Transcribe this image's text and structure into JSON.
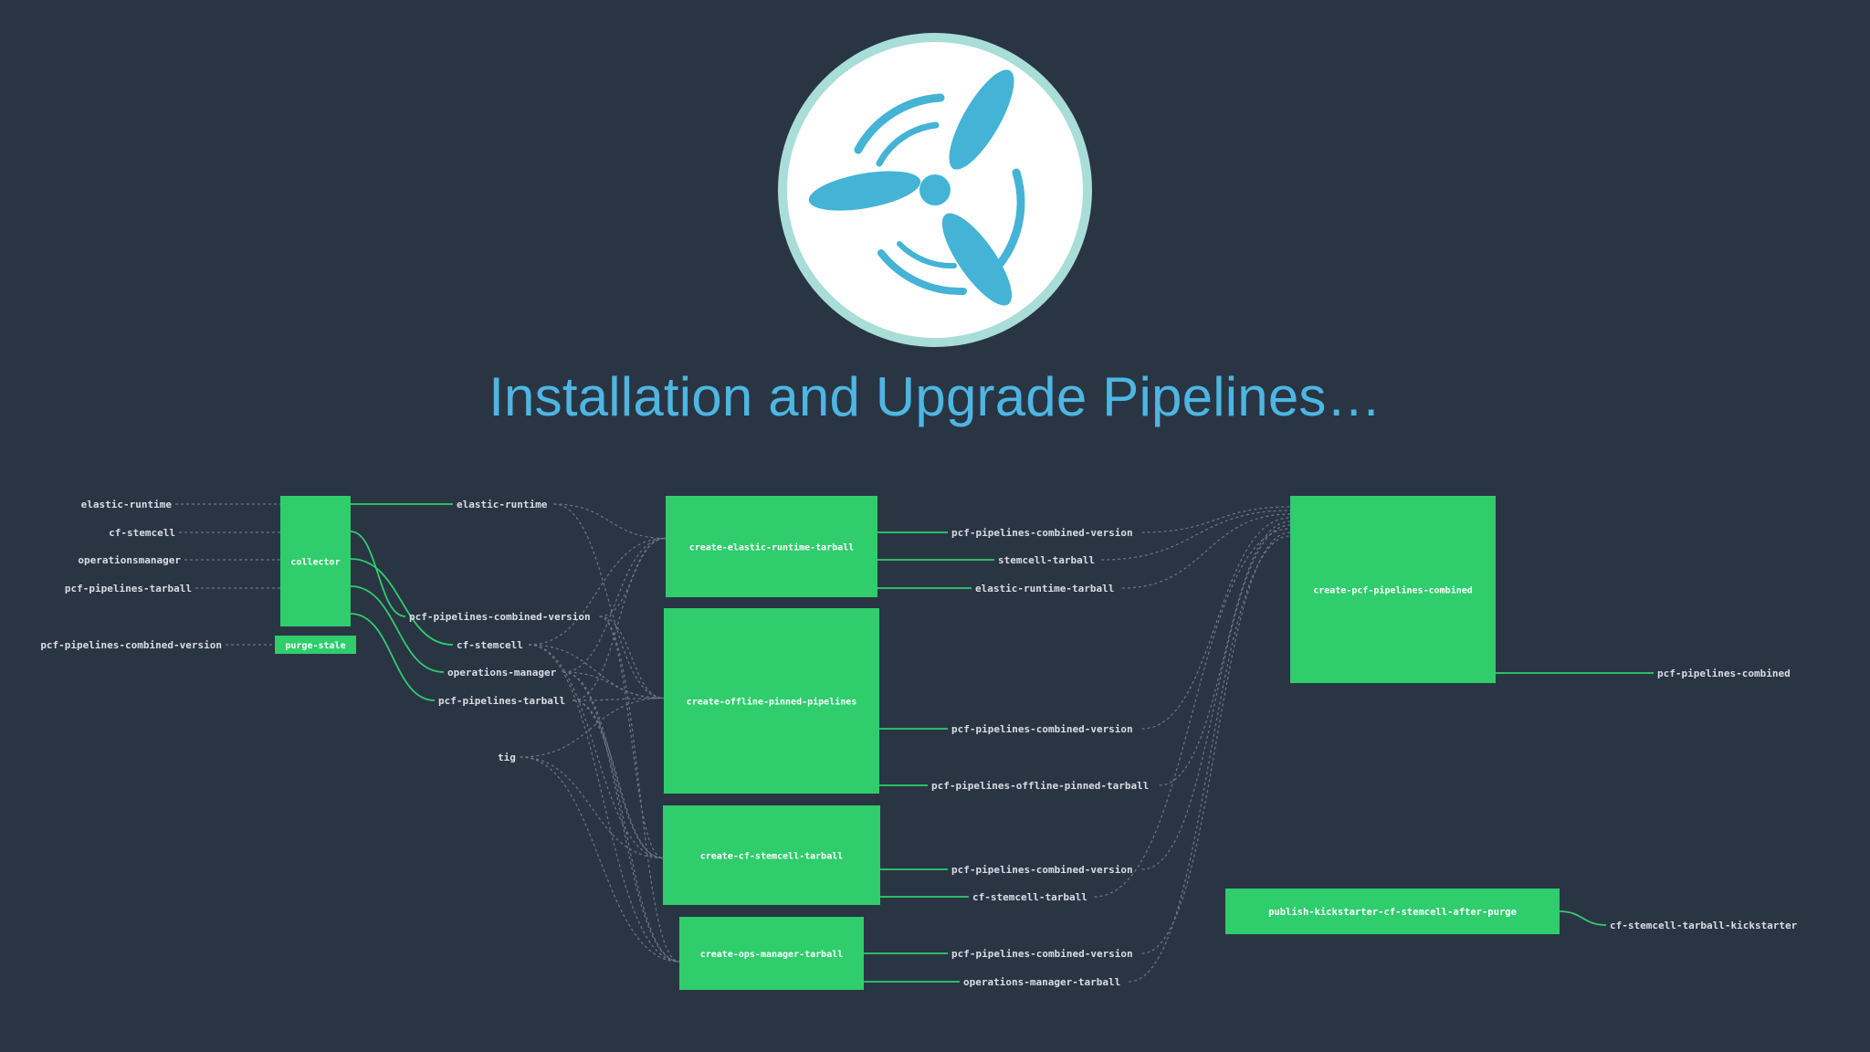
{
  "slide": {
    "title": "Installation and Upgrade Pipelines…"
  },
  "logo": {
    "icon": "concourse-propeller-icon",
    "ring_color": "#a8ddd8",
    "fill_color": "#ffffff",
    "blade_color": "#44b3d6"
  },
  "colors": {
    "background": "#2a3544",
    "job_fill": "#2fcd6c",
    "resource_text": "#d8dde3",
    "edge_solid": "#2fcd6c",
    "edge_dashed": "#6b7785"
  },
  "pipeline": {
    "resources": [
      {
        "id": "r_elastic_runtime_in",
        "label": "elastic-runtime"
      },
      {
        "id": "r_cf_tile_in",
        "label": "cf-stemcell"
      },
      {
        "id": "r_ops_mgr_in",
        "label": "operationsmanager"
      },
      {
        "id": "r_pcf_tarball_in",
        "label": "pcf-pipelines-tarball"
      },
      {
        "id": "r_combined_version_in",
        "label": "pcf-pipelines-combined-version"
      },
      {
        "id": "r_elastic_runtime_out",
        "label": "elastic-runtime"
      },
      {
        "id": "r_combined_version_mid",
        "label": "pcf-pipelines-combined-version"
      },
      {
        "id": "r_cf_stemcell_mid",
        "label": "cf-stemcell"
      },
      {
        "id": "r_ops_mgr_mid",
        "label": "operations-manager"
      },
      {
        "id": "r_pcf_tarball_mid",
        "label": "pcf-pipelines-tarball"
      },
      {
        "id": "r_tig",
        "label": "tig"
      },
      {
        "id": "r_combined_version_1",
        "label": "pcf-pipelines-combined-version"
      },
      {
        "id": "r_stemcell_tarball",
        "label": "stemcell-tarball"
      },
      {
        "id": "r_elastic_runtime_tarball",
        "label": "elastic-runtime-tarball"
      },
      {
        "id": "r_combined_version_2",
        "label": "pcf-pipelines-combined-version"
      },
      {
        "id": "r_offline_tarball",
        "label": "pcf-pipelines-offline-pinned-tarball"
      },
      {
        "id": "r_combined_version_3",
        "label": "pcf-pipelines-combined-version"
      },
      {
        "id": "r_cf_stemcell_tarball",
        "label": "cf-stemcell-tarball"
      },
      {
        "id": "r_combined_version_4",
        "label": "pcf-pipelines-combined-version"
      },
      {
        "id": "r_ops_mgr_tarball",
        "label": "operations-manager-tarball"
      },
      {
        "id": "r_pcf_combined",
        "label": "pcf-pipelines-combined"
      },
      {
        "id": "r_cf_tarball_kickstarter",
        "label": "cf-stemcell-tarball-kickstarter"
      }
    ],
    "jobs": [
      {
        "id": "j_collector",
        "label": "collector"
      },
      {
        "id": "j_purge",
        "label": "purge-stale"
      },
      {
        "id": "j_create_ert_tarball",
        "label": "create-elastic-runtime-tarball"
      },
      {
        "id": "j_create_offline",
        "label": "create-offline-pinned-pipelines"
      },
      {
        "id": "j_create_stemcell",
        "label": "create-cf-stemcell-tarball"
      },
      {
        "id": "j_create_ops_mgr",
        "label": "create-ops-manager-tarball"
      },
      {
        "id": "j_create_combined",
        "label": "create-pcf-pipelines-combined"
      },
      {
        "id": "j_publish",
        "label": "publish-kickstarter-cf-stemcell-after-purge"
      }
    ]
  }
}
